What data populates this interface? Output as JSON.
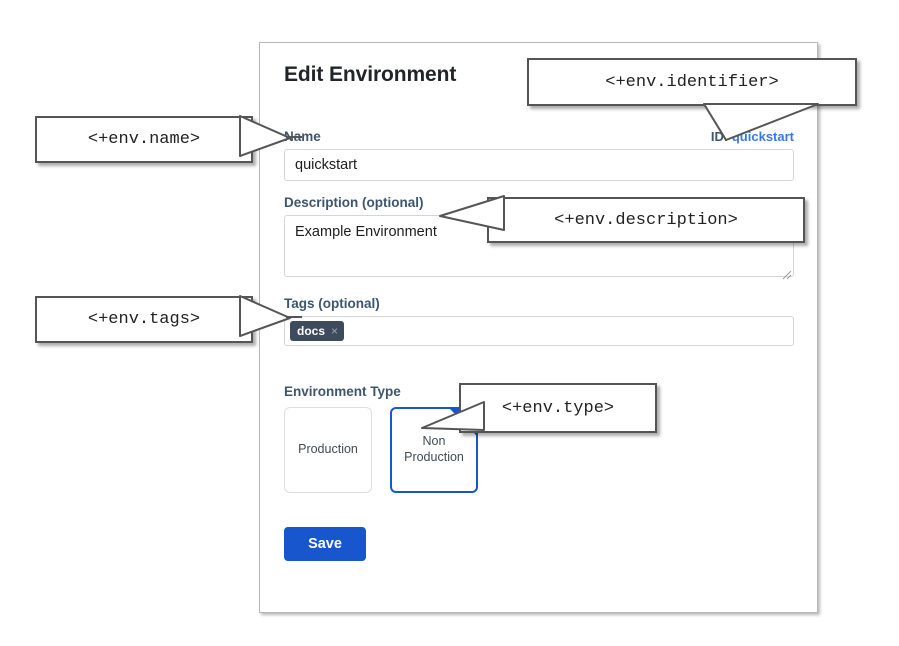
{
  "dialog": {
    "title": "Edit Environment",
    "identifier": {
      "prefix": "ID:",
      "value": "quickstart"
    },
    "fields": {
      "name": {
        "label": "Name",
        "value": "quickstart",
        "placeholder": ""
      },
      "description": {
        "label": "Description (optional)",
        "value": "Example Environment",
        "placeholder": ""
      },
      "tags": {
        "label": "Tags (optional)",
        "chips": [
          {
            "label": "docs",
            "remove_icon": "×"
          }
        ],
        "placeholder": ""
      },
      "environment_type": {
        "label": "Environment Type",
        "options": [
          {
            "label": "Production",
            "selected": false
          },
          {
            "label": "Non Production",
            "selected": true
          }
        ]
      }
    },
    "save_label": "Save"
  },
  "callouts": [
    {
      "id": "name",
      "text": "<+env.name>"
    },
    {
      "id": "identifier",
      "text": "<+env.identifier>"
    },
    {
      "id": "description",
      "text": "<+env.description>"
    },
    {
      "id": "tags",
      "text": "<+env.tags>"
    },
    {
      "id": "type",
      "text": "<+env.type>"
    }
  ],
  "colors": {
    "accent_blue": "#1756cc",
    "link_blue": "#3b78e7",
    "label_slate": "#3d566e",
    "chip_dark": "#3d4b5c",
    "panel_border": "#b7b7b7",
    "callout_border": "#555555"
  }
}
